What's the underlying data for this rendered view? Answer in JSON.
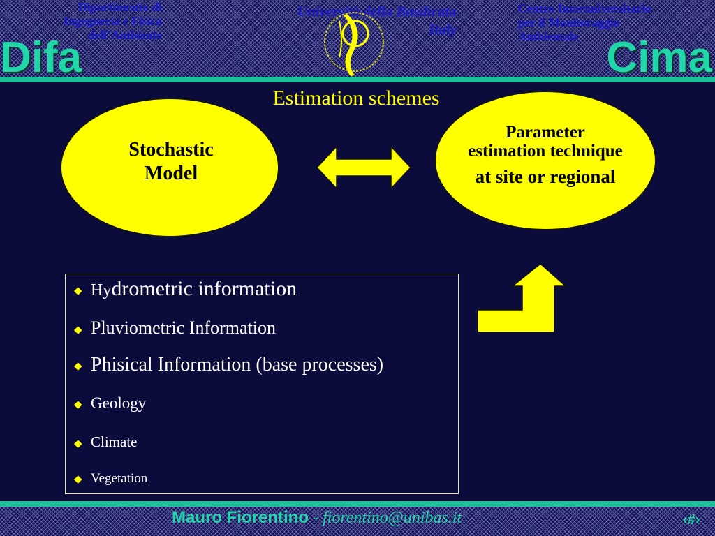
{
  "header": {
    "dept_line1": "Dipartimento di",
    "dept_line2": "Ingegneria e Fisica",
    "dept_line3": "dell’Ambiente",
    "difa_logo": "Difa",
    "university": "Università della Basilicata",
    "country": "Italy",
    "centro_line1": "Centro Interuniversitario",
    "centro_line2": "per il Monitoraggio",
    "centro_line3": "Ambientale",
    "cima_logo": "Cima"
  },
  "slide": {
    "title": "Estimation schemes",
    "left_ellipse": {
      "line1": "Stochastic",
      "line2": "Model"
    },
    "right_ellipse": {
      "line1": "Parameter",
      "line2": "estimation technique",
      "line3": "at site or regional"
    },
    "list": [
      {
        "prefix": "Hy",
        "text": "drometric information"
      },
      {
        "text": "Pluviometric Information"
      },
      {
        "text": "Phisical Information (base processes)"
      },
      {
        "text": "Geology"
      },
      {
        "text": "Climate"
      },
      {
        "text": "Vegetation"
      }
    ]
  },
  "footer": {
    "name": "Mauro Fiorentino",
    "separator": " - ",
    "email": "fiorentino@unibas.it",
    "page_number": "‹#›"
  },
  "colors": {
    "background": "#0b0b3c",
    "accent_teal": "#1fbf9a",
    "yellow": "#ffff00",
    "header_text": "#1a1acd"
  },
  "icons": {
    "bullet": "diamond-bullet-icon",
    "double_arrow": "double-arrow-icon",
    "turn_up_arrow": "turn-up-arrow-icon",
    "university_seal": "university-seal-icon"
  }
}
